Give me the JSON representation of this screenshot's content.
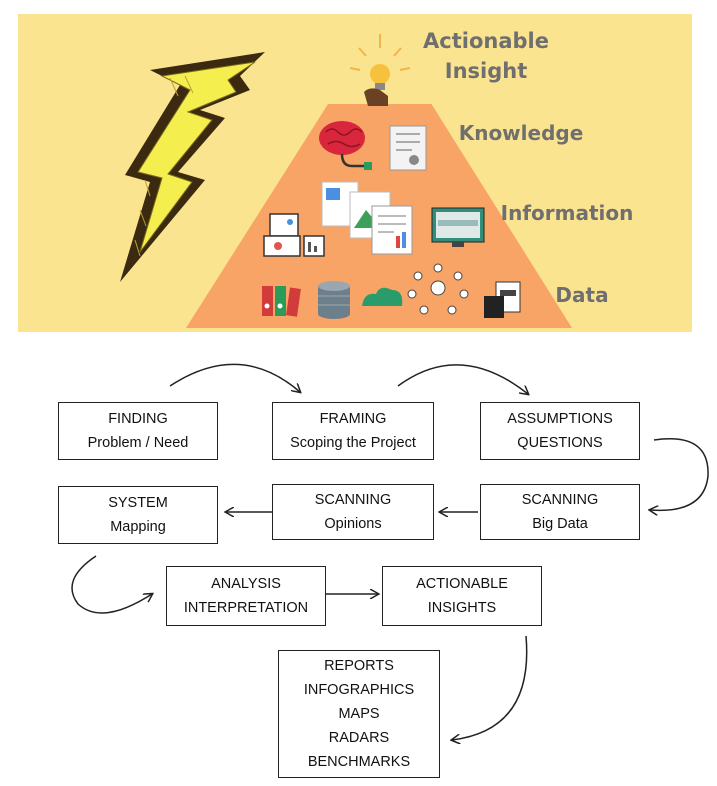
{
  "pyramid": {
    "background": "#fbe48f",
    "pyramid_color": "#f8a466",
    "tiers": [
      {
        "id": "insight",
        "lines": [
          "Actionable",
          "Insight"
        ]
      },
      {
        "id": "knowledge",
        "lines": [
          "Knowledge"
        ]
      },
      {
        "id": "information",
        "lines": [
          "Information"
        ]
      },
      {
        "id": "data",
        "lines": [
          "Data"
        ]
      }
    ],
    "icons": [
      "lightning-bolt-icon",
      "lightbulb-hand-icon",
      "brain-icon",
      "certificate-icon",
      "documents-icon",
      "dashboard-icon",
      "monitor-icon",
      "binders-icon",
      "database-icon",
      "cloud-icon",
      "network-icon",
      "html-file-icon"
    ]
  },
  "flow": {
    "boxes": {
      "finding": [
        "FINDING",
        "Problem / Need"
      ],
      "framing": [
        "FRAMING",
        "Scoping the Project"
      ],
      "assumptions": [
        "ASSUMPTIONS",
        "QUESTIONS"
      ],
      "system": [
        "SYSTEM",
        "Mapping"
      ],
      "scanning_opinions": [
        "SCANNING",
        "Opinions"
      ],
      "scanning_bigdata": [
        "SCANNING",
        "Big Data"
      ],
      "analysis": [
        "ANALYSIS",
        "INTERPRETATION"
      ],
      "actionable": [
        "ACTIONABLE",
        "INSIGHTS"
      ],
      "outputs": [
        "REPORTS",
        "INFOGRAPHICS",
        "MAPS",
        "RADARS",
        "BENCHMARKS"
      ]
    }
  }
}
